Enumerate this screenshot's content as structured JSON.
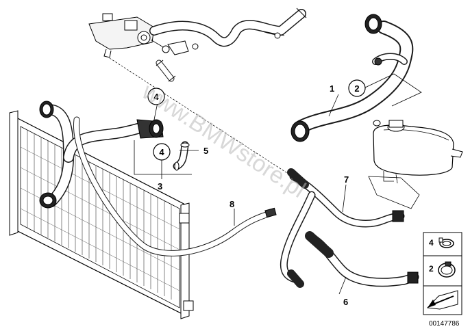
{
  "callouts": {
    "p1": "1",
    "p2": "2",
    "p3": "3",
    "p4a": "4",
    "p4b": "4",
    "p5": "5",
    "p6": "6",
    "p7": "7",
    "p8": "8"
  },
  "legend": {
    "item_top": "4",
    "item_bottom": "2"
  },
  "watermark": "www.BMWstore.pl",
  "doc_id": "00147786"
}
